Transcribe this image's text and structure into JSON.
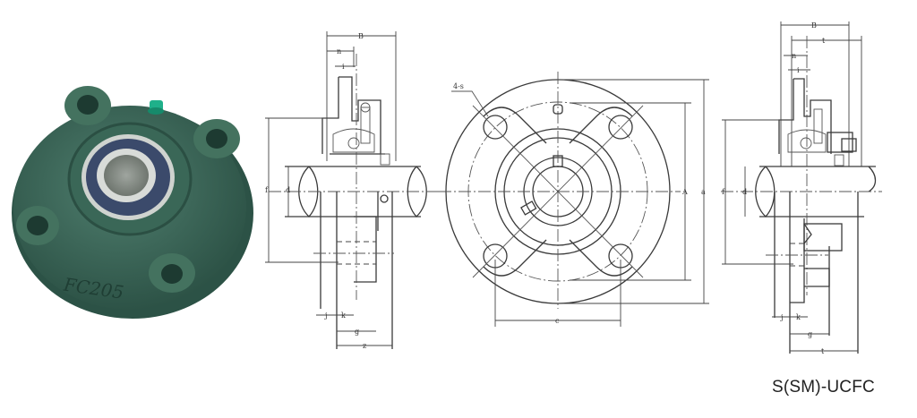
{
  "figure": {
    "caption": "S(SM)-UCFC",
    "photo": {
      "description": "round flange bearing unit photo",
      "housing_marking": "FC205",
      "colors": {
        "housing": "#3e6b5c",
        "housing_dark": "#2c5246",
        "insert_seal": "#3b4a6b",
        "inner_ring": "#c9ccc9",
        "grease_nipple": "#1fb08a"
      }
    },
    "side_view_left": {
      "dimension_labels": {
        "overall_width": "B",
        "flange_offset": "n",
        "flange_thickness": "i",
        "height_left": "f",
        "shaft_dia": "d",
        "j": "j",
        "k": "k",
        "g": "g",
        "z": "z"
      }
    },
    "front_view": {
      "dimension_labels": {
        "bolt_holes": "4-s",
        "bolt_pitch": "c",
        "bolt_circle_height": "A",
        "outer_dia": "a"
      },
      "bolt_hole_count": 4
    },
    "side_view_right": {
      "dimension_labels": {
        "overall_width": "B",
        "with_cover": "t",
        "flange_offset": "n",
        "flange_thickness": "i",
        "height_left": "f",
        "shaft_dia": "d",
        "j": "j",
        "k": "k",
        "g": "g",
        "t_bottom": "t"
      }
    }
  }
}
